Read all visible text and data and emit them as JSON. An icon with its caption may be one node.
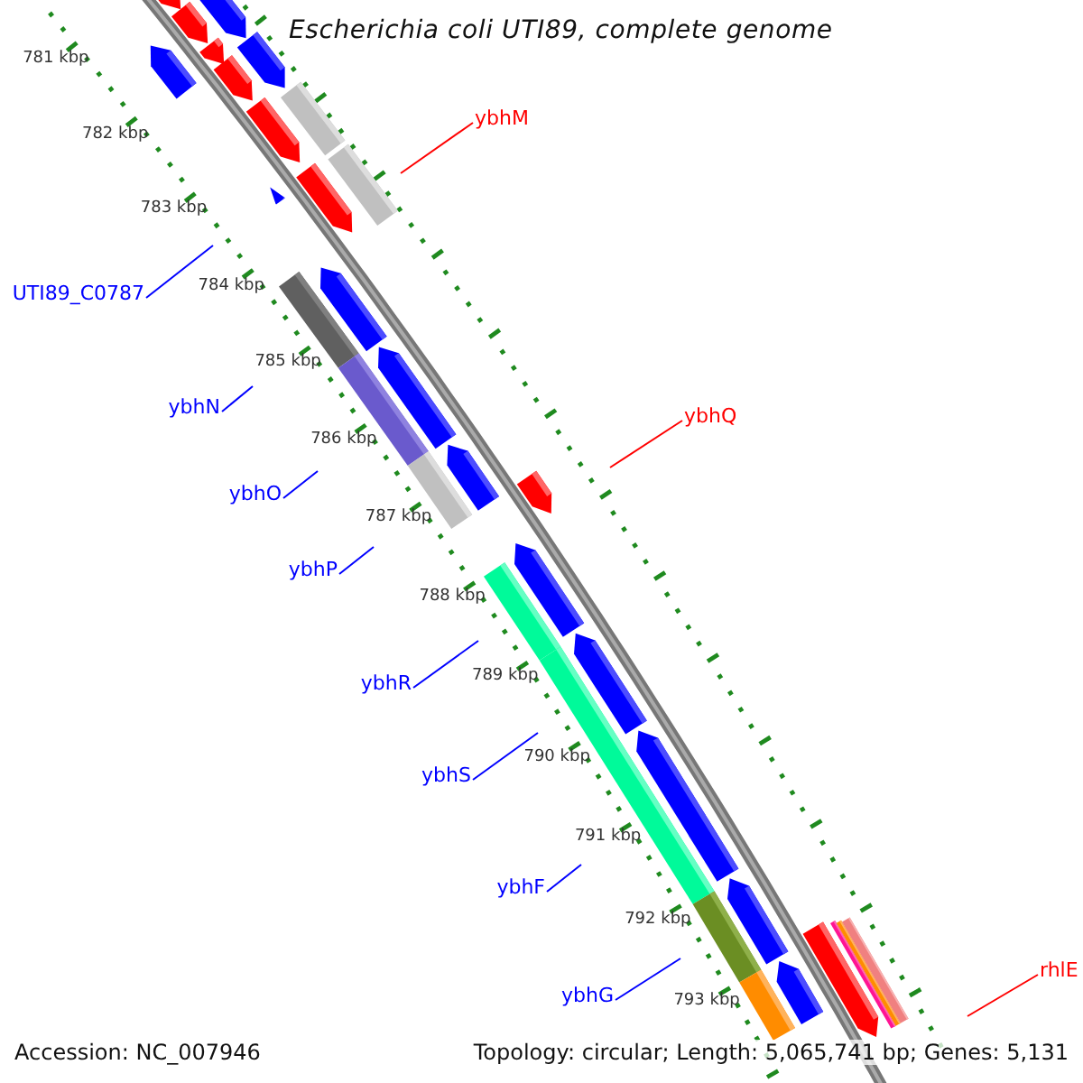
{
  "diagram": {
    "title": "Escherichia coli UTI89, complete genome",
    "nodes": [
      {
        "text": [
          "ybhM"
        ]
      },
      {
        "text": [
          "UTI89_C0787"
        ]
      },
      {
        "text": [
          "ybhN"
        ]
      },
      {
        "text": [
          "ybhQ"
        ]
      },
      {
        "text": [
          "ybhO"
        ]
      },
      {
        "text": [
          "ybhP"
        ]
      },
      {
        "text": [
          "ybhR"
        ]
      },
      {
        "text": [
          "ybhS"
        ]
      },
      {
        "text": [
          "ybhF"
        ]
      },
      {
        "text": [
          "rhlE"
        ]
      },
      {
        "text": [
          "ybhG"
        ]
      }
    ],
    "edges": [
      {
        "from": 0,
        "to": null,
        "arrow": "none",
        "color": "#ff0000"
      },
      {
        "from": 1,
        "to": null,
        "arrow": "none"
      },
      {
        "from": 2,
        "to": null,
        "arrow": "none"
      },
      {
        "from": 3,
        "to": null,
        "arrow": "none",
        "color": "#ff0000"
      },
      {
        "from": 4,
        "to": null,
        "arrow": "none"
      },
      {
        "from": 5,
        "to": null,
        "arrow": "none"
      },
      {
        "from": 6,
        "to": null,
        "arrow": "none"
      },
      {
        "from": 7,
        "to": null,
        "arrow": "none"
      },
      {
        "from": 8,
        "to": null,
        "arrow": "none"
      },
      {
        "from": 9,
        "to": null,
        "arrow": "none",
        "color": "#ff0000"
      },
      {
        "from": 10,
        "to": null,
        "arrow": "none"
      }
    ],
    "labels": [
      "781 kbp",
      "782 kbp",
      "783 kbp",
      "784 kbp",
      "785 kbp",
      "786 kbp",
      "787 kbp",
      "788 kbp",
      "789 kbp",
      "790 kbp",
      "791 kbp",
      "792 kbp",
      "793 kbp",
      "Accession: NC_007946",
      "Topology: circular; Length: 5,065,741 bp; Genes: 5,131"
    ]
  }
}
